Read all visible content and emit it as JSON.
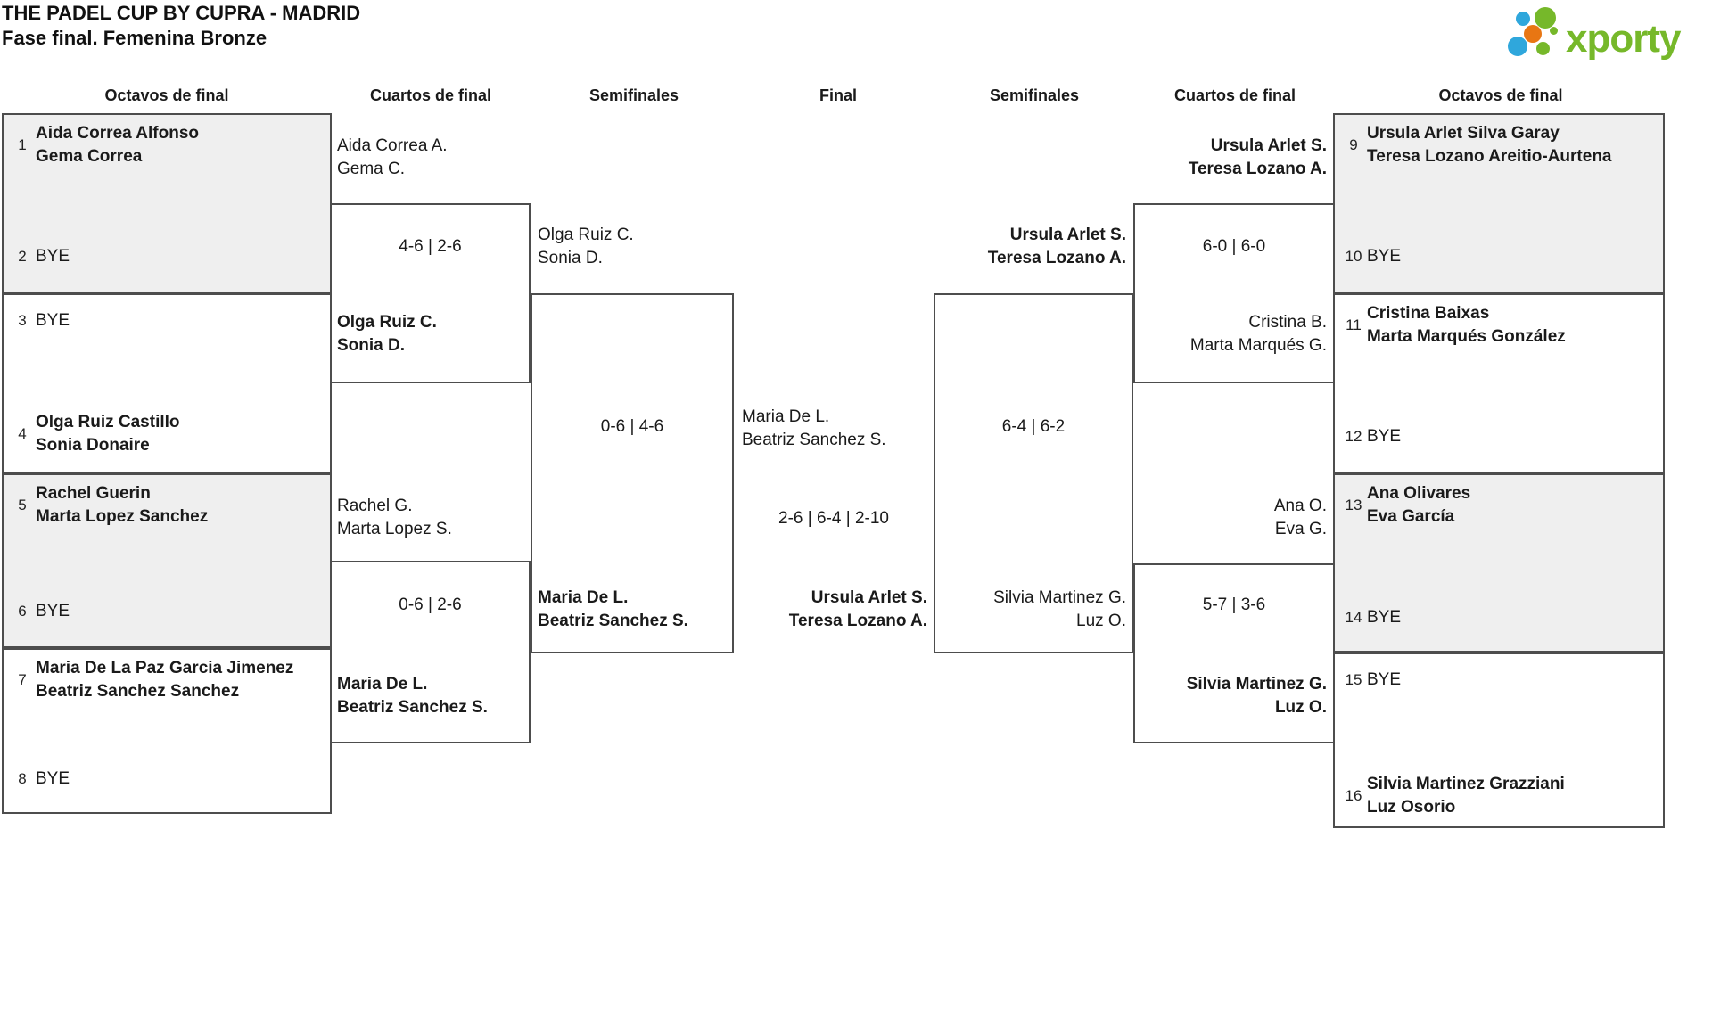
{
  "title": {
    "line1": "THE PADEL CUP BY CUPRA - MADRID",
    "line2": "Fase final. Femenina Bronze"
  },
  "logo": {
    "text": "xporty",
    "green": "#76b82a",
    "blue": "#2fa7dc",
    "orange": "#e87613"
  },
  "colors": {
    "line": "#4d4d4d",
    "box_fill": "#efefef",
    "text": "#1a1a1a"
  },
  "rounds": [
    "Octavos de final",
    "Cuartos de final",
    "Semifinales",
    "Final",
    "Semifinales",
    "Cuartos de final",
    "Octavos de final"
  ],
  "octavos_left": [
    {
      "slots": [
        {
          "seed": "1",
          "name1": "Aida Correa Alfonso",
          "name2": "Gema Correa"
        },
        {
          "seed": "2",
          "bye": "BYE"
        }
      ]
    },
    {
      "slots": [
        {
          "seed": "3",
          "bye": "BYE"
        },
        {
          "seed": "4",
          "name1": "Olga Ruiz Castillo",
          "name2": "Sonia Donaire"
        }
      ]
    },
    {
      "slots": [
        {
          "seed": "5",
          "name1": "Rachel Guerin",
          "name2": "Marta Lopez Sanchez"
        },
        {
          "seed": "6",
          "bye": "BYE"
        }
      ]
    },
    {
      "slots": [
        {
          "seed": "7",
          "name1": "Maria De La Paz Garcia Jimenez",
          "name2": "Beatriz Sanchez Sanchez"
        },
        {
          "seed": "8",
          "bye": "BYE"
        }
      ]
    }
  ],
  "octavos_right": [
    {
      "slots": [
        {
          "seed": "9",
          "name1": "Ursula Arlet Silva Garay",
          "name2": "Teresa Lozano Areitio-Aurtena"
        },
        {
          "seed": "10",
          "bye": "BYE"
        }
      ]
    },
    {
      "slots": [
        {
          "seed": "11",
          "name1": "Cristina Baixas",
          "name2": "Marta Marqués González"
        },
        {
          "seed": "12",
          "bye": "BYE"
        }
      ]
    },
    {
      "slots": [
        {
          "seed": "13",
          "name1": "Ana Olivares",
          "name2": "Eva García"
        },
        {
          "seed": "14",
          "bye": "BYE"
        }
      ]
    },
    {
      "slots": [
        {
          "seed": "15",
          "bye": "BYE"
        },
        {
          "seed": "16",
          "name1": "Silvia Martinez Grazziani",
          "name2": "Luz Osorio"
        }
      ]
    }
  ],
  "matches": {
    "ql1": {
      "top1": "Aida Correa A.",
      "top2": "Gema C.",
      "score": "4-6 | 2-6",
      "bot1": "Olga Ruiz C.",
      "bot2": "Sonia D."
    },
    "ql2": {
      "top1": "Rachel G.",
      "top2": "Marta Lopez S.",
      "score": "0-6 | 2-6",
      "bot1": "Maria De L.",
      "bot2": "Beatriz Sanchez S."
    },
    "sfl": {
      "top1": "Olga Ruiz C.",
      "top2": "Sonia D.",
      "score": "0-6 | 4-6",
      "bot1": "Maria De L.",
      "bot2": "Beatriz Sanchez S."
    },
    "fin": {
      "top1": "Maria De L.",
      "top2": "Beatriz Sanchez S.",
      "score": "2-6 | 6-4 | 2-10",
      "bot1": "Ursula Arlet S.",
      "bot2": "Teresa Lozano A."
    },
    "sfr": {
      "top1": "Ursula Arlet S.",
      "top2": "Teresa Lozano A.",
      "score": "6-4 | 6-2",
      "bot1": "Silvia Martinez G.",
      "bot2": "Luz O."
    },
    "qr1": {
      "top1": "Ursula Arlet S.",
      "top2": "Teresa Lozano A.",
      "score": "6-0 | 6-0",
      "bot1": "Cristina B.",
      "bot2": "Marta Marqués G."
    },
    "qr2": {
      "top1": "Ana O.",
      "top2": "Eva G.",
      "score": "5-7 | 3-6",
      "bot1": "Silvia Martinez G.",
      "bot2": "Luz O."
    }
  }
}
